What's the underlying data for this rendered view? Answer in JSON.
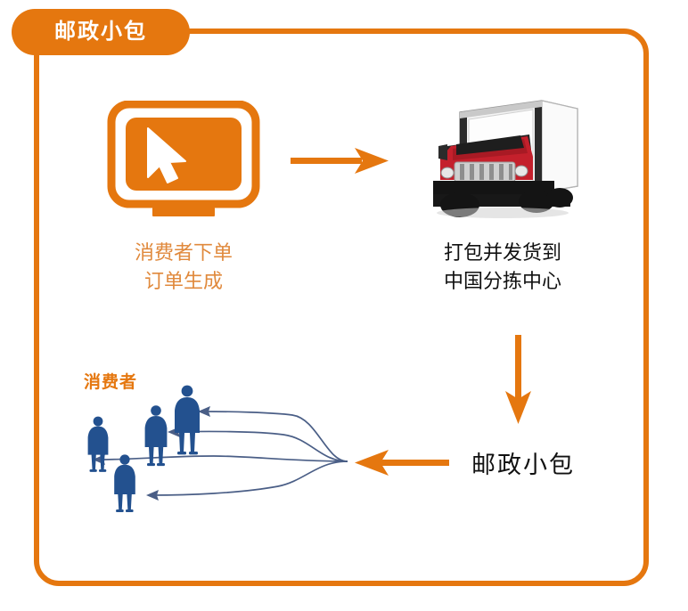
{
  "colors": {
    "orange": "#E5770F",
    "orange_text": "#E0893C",
    "navy": "#23518F",
    "navy_line": "#4A5E86",
    "truck_red": "#C4202C",
    "truck_body": "#F2F2F2",
    "truck_chassis": "#1A1A1A",
    "white": "#FFFFFF",
    "black": "#111111"
  },
  "frame": {
    "title_tab": {
      "label": "邮政小包",
      "icon": "tab-pill"
    }
  },
  "steps": {
    "order": {
      "icon": "monitor-cursor-icon",
      "caption_line1": "消费者下单",
      "caption_line2": "订单生成"
    },
    "ship": {
      "icon": "delivery-truck-icon",
      "caption_line1": "打包并发货到",
      "caption_line2": "中国分拣中心"
    },
    "parcel": {
      "label": "邮政小包",
      "icon": "arrow-left-icon"
    },
    "consumers": {
      "label": "消费者",
      "icon": "people-silhouettes-icon",
      "count": 4
    }
  },
  "arrows": {
    "right": {
      "name": "arrow-right-icon",
      "direction": "right"
    },
    "down": {
      "name": "arrow-down-icon",
      "direction": "down"
    },
    "left": {
      "name": "arrow-left-icon",
      "direction": "left"
    },
    "distribution": {
      "name": "distribution-curves-icon",
      "branches": 4
    }
  }
}
